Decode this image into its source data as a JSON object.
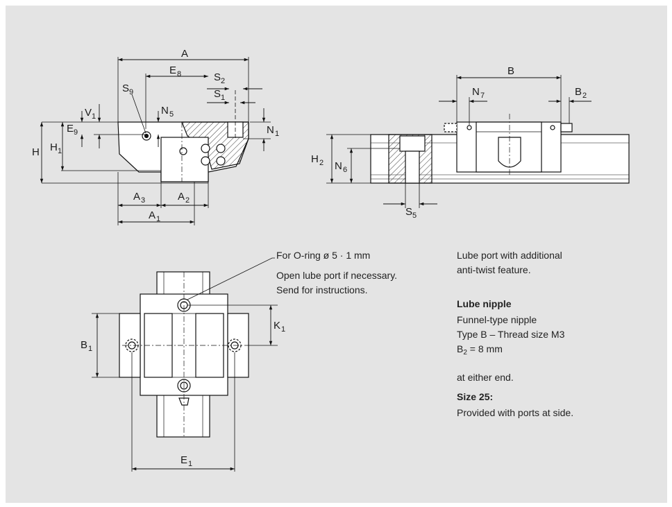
{
  "labels": {
    "A": "A",
    "E8": "E",
    "E8_sub": "8",
    "S2": "S",
    "S2_sub": "2",
    "S1": "S",
    "S1_sub": "1",
    "S9": "S",
    "S9_sub": "9",
    "V1": "V",
    "V1_sub": "1",
    "N5": "N",
    "N5_sub": "5",
    "E9": "E",
    "E9_sub": "9",
    "N1": "N",
    "N1_sub": "1",
    "H": "H",
    "H1": "H",
    "H1_sub": "1",
    "A3": "A",
    "A3_sub": "3",
    "A2": "A",
    "A2_sub": "2",
    "A1": "A",
    "A1_sub": "1",
    "B": "B",
    "N7": "N",
    "N7_sub": "7",
    "B2": "B",
    "B2_sub": "2",
    "H2": "H",
    "H2_sub": "2",
    "N6": "N",
    "N6_sub": "6",
    "S5": "S",
    "S5_sub": "5",
    "K1": "K",
    "K1_sub": "1",
    "B1": "B",
    "B1_sub": "1",
    "E1": "E",
    "E1_sub": "1"
  },
  "notes": {
    "oring": "For O-ring ø 5 · 1 mm",
    "open_line1": "Open lube port if necessary.",
    "open_line2": "Send for instructions.",
    "lube_line1": "Lube port with additional",
    "lube_line2": "anti-twist feature.",
    "nipple_title": "Lube nipple",
    "nipple_line1": "Funnel-type nipple",
    "nipple_line2": "Type B – Thread size M3",
    "nipple_b2_letter": "B",
    "nipple_b2_sub": "2",
    "nipple_b2_value": " = 8 mm",
    "either_end": "at either end.",
    "size_title": "Size 25:",
    "size_line": "Provided with ports at side."
  }
}
